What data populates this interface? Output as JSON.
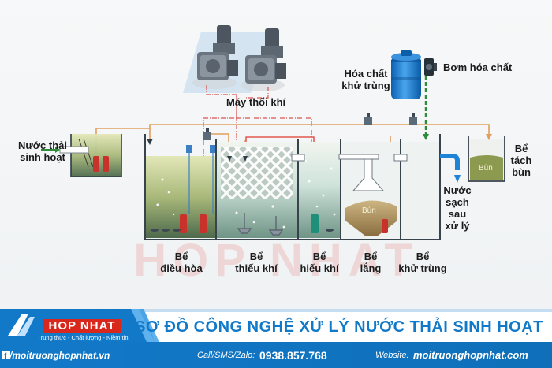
{
  "diagram": {
    "blower_label": "Máy thổi khí",
    "chemical_label_1": "Hóa chất",
    "chemical_label_2": "khử trùng",
    "pump_label": "Bơm hóa chất",
    "influent_label_1": "Nước thải",
    "influent_label_2": "sinh hoạt",
    "sludge_tank_label_1": "Bể",
    "sludge_tank_label_2": "tách",
    "sludge_tank_label_3": "bùn",
    "clean_water_label_1": "Nước",
    "clean_water_label_2": "sạch",
    "clean_water_label_3": "sau",
    "clean_water_label_4": "xử lý",
    "sludge_word": "Bùn",
    "tanks": [
      {
        "line1": "Bể",
        "line2": "điều hòa"
      },
      {
        "line1": "Bể",
        "line2": "thiếu khí"
      },
      {
        "line1": "Bể",
        "line2": "hiếu khí"
      },
      {
        "line1": "Bể",
        "line2": "lắng"
      },
      {
        "line1": "Bể",
        "line2": "khử trùng"
      }
    ],
    "watermark": "HOP NHAT"
  },
  "footer": {
    "title": "SƠ ĐỒ CÔNG NGHỆ XỬ LÝ NƯỚC THẢI SINH HOẠT",
    "brand": "HOP NHAT",
    "slogan": "Trung thực - Chất lượng - Niềm tin",
    "facebook_site": "/moitruonghopnhat.vn",
    "call_label": "Call/SMS/Zalo:",
    "call_number": "0938.857.768",
    "website_label": "Website:",
    "website_value": "moitruonghopnhat.com"
  },
  "colors": {
    "accent_blue": "#1279c9",
    "brand_red": "#d8271c",
    "air_line": "#d9534f",
    "water_line": "#e0a060",
    "chemical_line": "#2e8b3a",
    "water_fill": "#dfeee8"
  }
}
